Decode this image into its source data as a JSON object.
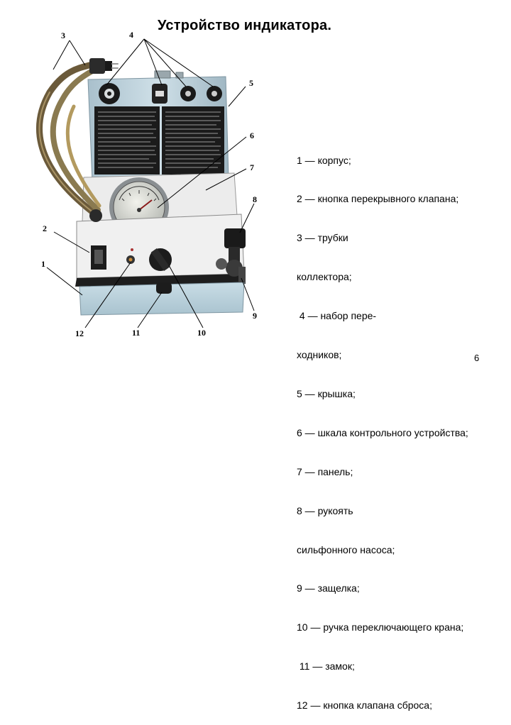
{
  "title": "Устройство индикатора.",
  "callouts": [
    "1",
    "2",
    "3",
    "4",
    "5",
    "6",
    "7",
    "8",
    "9",
    "10",
    "11",
    "12"
  ],
  "legend": [
    "1 — корпус;",
    "2 — кнопка перекрывного клапана;",
    "3 — трубки",
    "коллектора;",
    " 4 — набор пере-",
    "ходников;",
    "5 — крышка;",
    "6 — шкала контрольного устройства;",
    "7 — панель;",
    "8 — рукоять",
    "сильфонного насоса;",
    "9 — защелка;",
    "10 — ручка переключающего крана;",
    " 11 — замок;",
    "12 — кнопка клапана сброса;"
  ],
  "page_number": "6"
}
